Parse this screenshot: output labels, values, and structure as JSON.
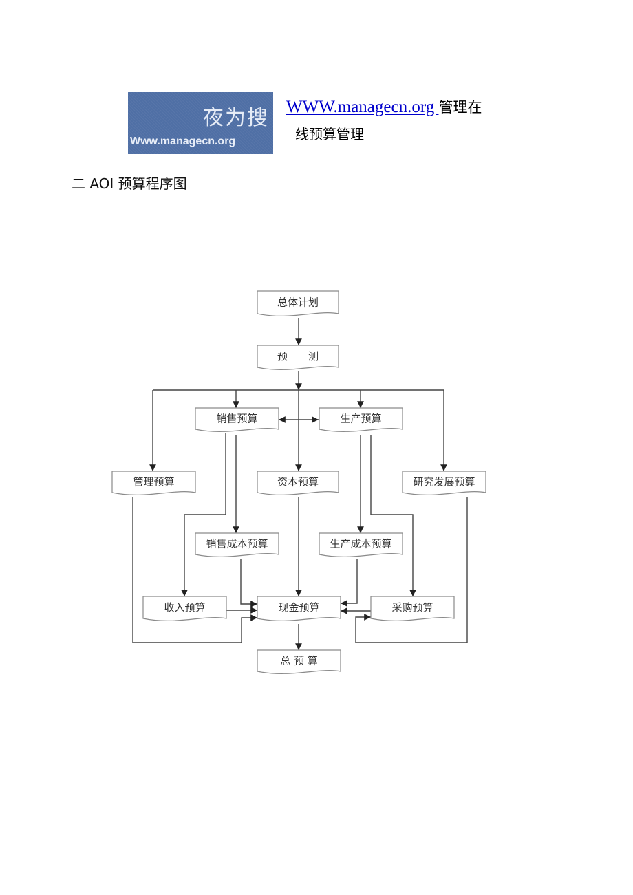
{
  "header": {
    "logo_text_cn": "夜为搜",
    "logo_text_url": "Www.managecn.org",
    "link_text": "WWW.managecn.org ",
    "link_suffix": "管理在",
    "line2": "线预算管理"
  },
  "section_heading": "二 AOI 预算程序图",
  "flowchart": {
    "nodes": {
      "overall_plan": "总体计划",
      "forecast": "预　　测",
      "sales_budget": "销售预算",
      "production_budget": "生产预算",
      "admin_budget": "管理预算",
      "capital_budget": "资本预算",
      "rd_budget": "研究发展预算",
      "sales_cost_budget": "销售成本预算",
      "production_cost_budget": "生产成本预算",
      "revenue_budget": "收入预算",
      "cash_budget": "现金预算",
      "purchase_budget": "采购预算",
      "master_budget": "总 预 算"
    },
    "colors": {
      "line": "#444444",
      "box_border": "#8a8a8a",
      "logo_bg": "#4f6fa5",
      "link": "#0000cc"
    }
  }
}
